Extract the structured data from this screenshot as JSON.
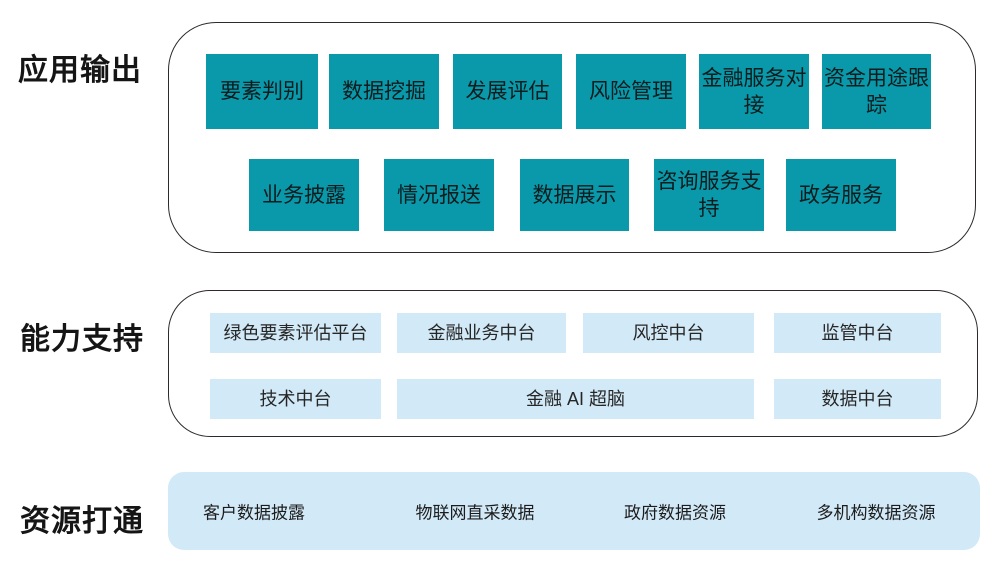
{
  "sections": {
    "app_output": {
      "label": "应用输出",
      "row1": [
        "要素判别",
        "数据挖掘",
        "发展评估",
        "风险管理",
        "金融服务对接",
        "资金用途跟踪"
      ],
      "row2": [
        "业务披露",
        "情况报送",
        "数据展示",
        "咨询服务支持",
        "政务服务"
      ]
    },
    "capability": {
      "label": "能力支持",
      "row1": [
        "绿色要素评估平台",
        "金融业务中台",
        "风控中台",
        "监管中台"
      ],
      "row2": [
        "技术中台",
        "金融 AI 超脑",
        "数据中台"
      ]
    },
    "resources": {
      "label": "资源打通",
      "items": [
        "客户数据披露",
        "物联网直采数据",
        "政府数据资源",
        "多机构数据资源"
      ]
    }
  },
  "colors": {
    "teal": "#0999aa",
    "light_blue": "#d2e9f7",
    "container_border": "#2e2a2b",
    "label_text": "#151515"
  }
}
